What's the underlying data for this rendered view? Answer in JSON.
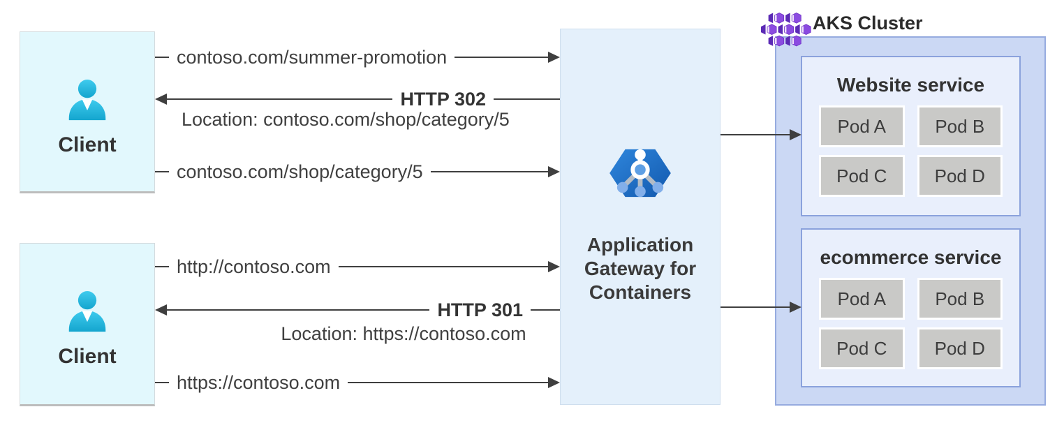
{
  "diagram": {
    "clients": [
      {
        "label": "Client",
        "icon": "person-icon"
      },
      {
        "label": "Client",
        "icon": "person-icon"
      }
    ],
    "gateway": {
      "icon": "app-gateway-for-containers-icon",
      "label_lines": [
        "Application",
        "Gateway for",
        "Containers"
      ]
    },
    "aks": {
      "icon": "aks-cluster-icon",
      "label": "AKS Cluster",
      "services": [
        {
          "name": "Website service",
          "pods": [
            "Pod A",
            "Pod B",
            "Pod C",
            "Pod D"
          ]
        },
        {
          "name": "ecommerce service",
          "pods": [
            "Pod A",
            "Pod B",
            "Pod C",
            "Pod D"
          ]
        }
      ]
    },
    "messages": [
      {
        "text": "contoso.com/summer-promotion",
        "direction": "right"
      },
      {
        "text": "HTTP 302",
        "location": "Location: contoso.com/shop/category/5",
        "direction": "left"
      },
      {
        "text": "contoso.com/shop/category/5",
        "direction": "right"
      },
      {
        "text": "http://contoso.com",
        "direction": "right"
      },
      {
        "text": "HTTP 301",
        "location": "Location: https://contoso.com",
        "direction": "left"
      },
      {
        "text": "https://contoso.com",
        "direction": "right"
      }
    ],
    "colors": {
      "client_box_fill": "#E2F8FD",
      "gateway_box_fill": "#E4F0FB",
      "aks_box_fill": "#CBD8F4",
      "service_box_fill": "#E9EFFC",
      "service_box_border": "#8BA2DC",
      "pod_fill": "#C9C9C7",
      "arrow": "#3F3F3F",
      "person_icon_cyan": "#29C2E8",
      "gateway_icon_blue": "#1F6FC8",
      "aks_icon_purple": "#8B4BE0"
    }
  }
}
